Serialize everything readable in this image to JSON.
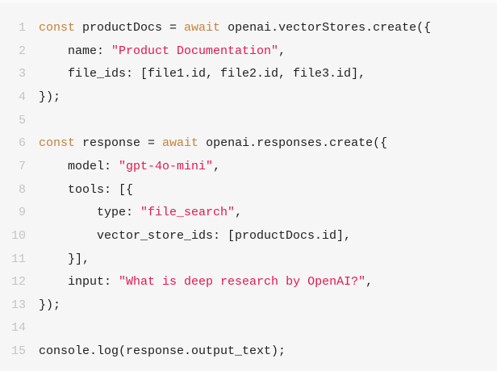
{
  "code_block": {
    "lines": [
      {
        "n": "1",
        "tokens": [
          {
            "t": "const",
            "c": "kw"
          },
          {
            "t": " productDocs = ",
            "c": ""
          },
          {
            "t": "await",
            "c": "kw"
          },
          {
            "t": " openai.vectorStores.create({",
            "c": ""
          }
        ]
      },
      {
        "n": "2",
        "tokens": [
          {
            "t": "    name: ",
            "c": ""
          },
          {
            "t": "\"Product Documentation\"",
            "c": "str"
          },
          {
            "t": ",",
            "c": ""
          }
        ]
      },
      {
        "n": "3",
        "tokens": [
          {
            "t": "    file_ids: [file1.id, file2.id, file3.id],",
            "c": ""
          }
        ]
      },
      {
        "n": "4",
        "tokens": [
          {
            "t": "});",
            "c": ""
          }
        ]
      },
      {
        "n": "5",
        "tokens": []
      },
      {
        "n": "6",
        "tokens": [
          {
            "t": "const",
            "c": "kw"
          },
          {
            "t": " response = ",
            "c": ""
          },
          {
            "t": "await",
            "c": "kw"
          },
          {
            "t": " openai.responses.create({",
            "c": ""
          }
        ]
      },
      {
        "n": "7",
        "tokens": [
          {
            "t": "    model: ",
            "c": ""
          },
          {
            "t": "\"gpt-4o-mini\"",
            "c": "str"
          },
          {
            "t": ",",
            "c": ""
          }
        ]
      },
      {
        "n": "8",
        "tokens": [
          {
            "t": "    tools: [{",
            "c": ""
          }
        ]
      },
      {
        "n": "9",
        "tokens": [
          {
            "t": "        type: ",
            "c": ""
          },
          {
            "t": "\"file_search\"",
            "c": "str"
          },
          {
            "t": ",",
            "c": ""
          }
        ]
      },
      {
        "n": "10",
        "tokens": [
          {
            "t": "        vector_store_ids: [productDocs.id],",
            "c": ""
          }
        ]
      },
      {
        "n": "11",
        "tokens": [
          {
            "t": "    }],",
            "c": ""
          }
        ]
      },
      {
        "n": "12",
        "tokens": [
          {
            "t": "    input: ",
            "c": ""
          },
          {
            "t": "\"What is deep research by OpenAI?\"",
            "c": "str"
          },
          {
            "t": ",",
            "c": ""
          }
        ]
      },
      {
        "n": "13",
        "tokens": [
          {
            "t": "});",
            "c": ""
          }
        ]
      },
      {
        "n": "14",
        "tokens": []
      },
      {
        "n": "15",
        "tokens": [
          {
            "t": "console.log(response.output_text);",
            "c": ""
          }
        ]
      }
    ]
  },
  "colors": {
    "keyword": "#c4823c",
    "string": "#e01a4f",
    "line_number": "#c4c4c4",
    "background": "#f6f6f6"
  }
}
